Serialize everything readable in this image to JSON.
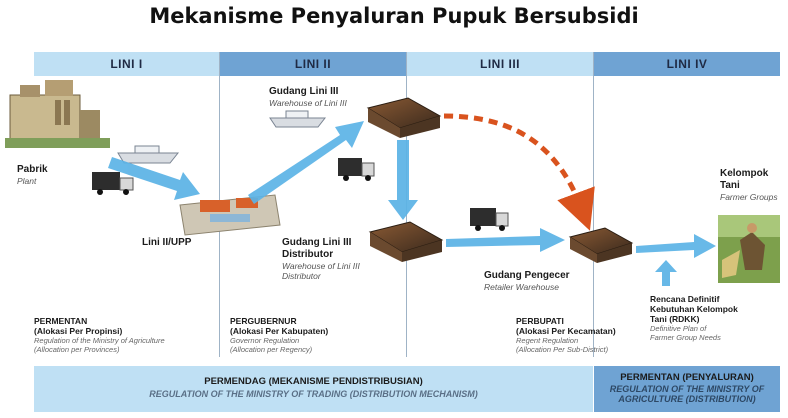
{
  "title": "Mekanisme Penyaluran Pupuk Bersubsidi",
  "lines": [
    "LINI I",
    "LINI II",
    "LINI III",
    "LINI IV"
  ],
  "nodes": {
    "pabrik": {
      "name": "Pabrik",
      "sub": "Plant"
    },
    "upp": {
      "name": "Lini II/UPP"
    },
    "gudang3": {
      "name": "Gudang Lini III",
      "sub": "Warehouse of Lini III"
    },
    "gudang3dist": {
      "name1": "Gudang Lini III",
      "name2": "Distributor",
      "sub1": "Warehouse of Lini III",
      "sub2": "Distributor"
    },
    "pengecer": {
      "name": "Gudang Pengecer",
      "sub": "Retailer Warehouse"
    },
    "kelompok": {
      "name1": "Kelompok",
      "name2": "Tani",
      "sub": "Farmer Groups"
    }
  },
  "regulations": {
    "permentan": {
      "h1": "PERMENTAN",
      "h2": "(Alokasi Per Propinsi)",
      "s1": "Regulation of the Ministry of Agriculture",
      "s2": "(Allocation per Provinces)"
    },
    "pergubernur": {
      "h1": "PERGUBERNUR",
      "h2": "(Alokasi Per Kabupaten)",
      "s1": "Governor Regulation",
      "s2": "(Allocation per Regency)"
    },
    "perbupati": {
      "h1": "PERBUPATI",
      "h2": "(Alokasi Per Kecamatan)",
      "s1": "Regent Regulation",
      "s2": "(Allocation Per Sub-District)"
    },
    "rdkk": {
      "h1": "Rencana Definitif",
      "h2": "Kebutuhan Kelompok",
      "h3": "Tani (RDKK)",
      "s1": "Definitive Plan of",
      "s2": "Farmer Group Needs"
    }
  },
  "footer": {
    "left": {
      "h": "PERMENDAG (MEKANISME PENDISTRIBUSIAN)",
      "s": "REGULATION OF THE MINISTRY OF TRADING (DISTRIBUTION MECHANISM)"
    },
    "right": {
      "h": "PERMENTAN (PENYALURAN)",
      "s1": "REGULATION OF THE MINISTRY OF",
      "s2": "AGRICULTURE (DISTRIBUTION)"
    }
  },
  "colors": {
    "band_light": "#bfe0f4",
    "band_dark": "#6fa3d3",
    "arrow_blue": "#5bb3e6",
    "arrow_red": "#d9531e"
  }
}
